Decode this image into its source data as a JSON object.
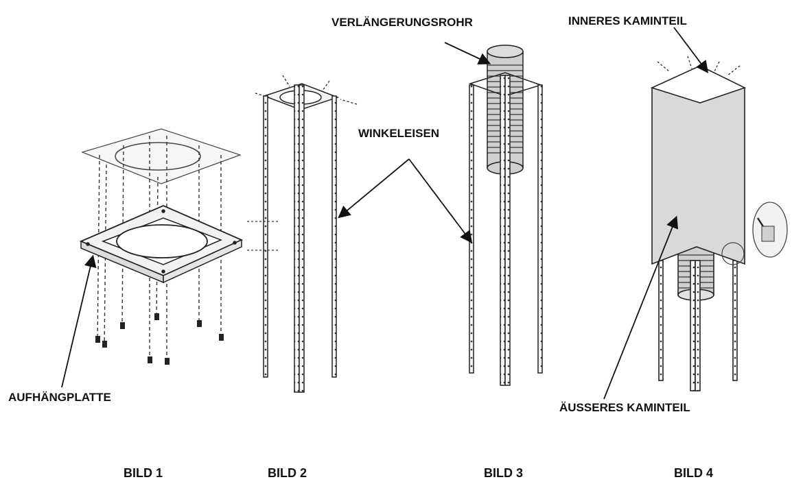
{
  "labels": {
    "verlaengerungsrohr": "VERLÄNGERUNGSROHR",
    "inneres_kaminteil": "INNERES KAMINTEIL",
    "winkeleisen": "WINKELEISEN",
    "aufhaengplatte": "AUFHÄNGPLATTE",
    "aeusseres_kaminteil": "ÄUSSERES KAMINTEIL"
  },
  "captions": {
    "bild1": "BILD 1",
    "bild2": "BILD 2",
    "bild3": "BILD 3",
    "bild4": "BILD 4"
  },
  "colors": {
    "line": "#222222",
    "panel_fill": "#d9d9d9",
    "pipe_fill": "#cfcfcf",
    "plate_fill": "#f2f2f2"
  }
}
